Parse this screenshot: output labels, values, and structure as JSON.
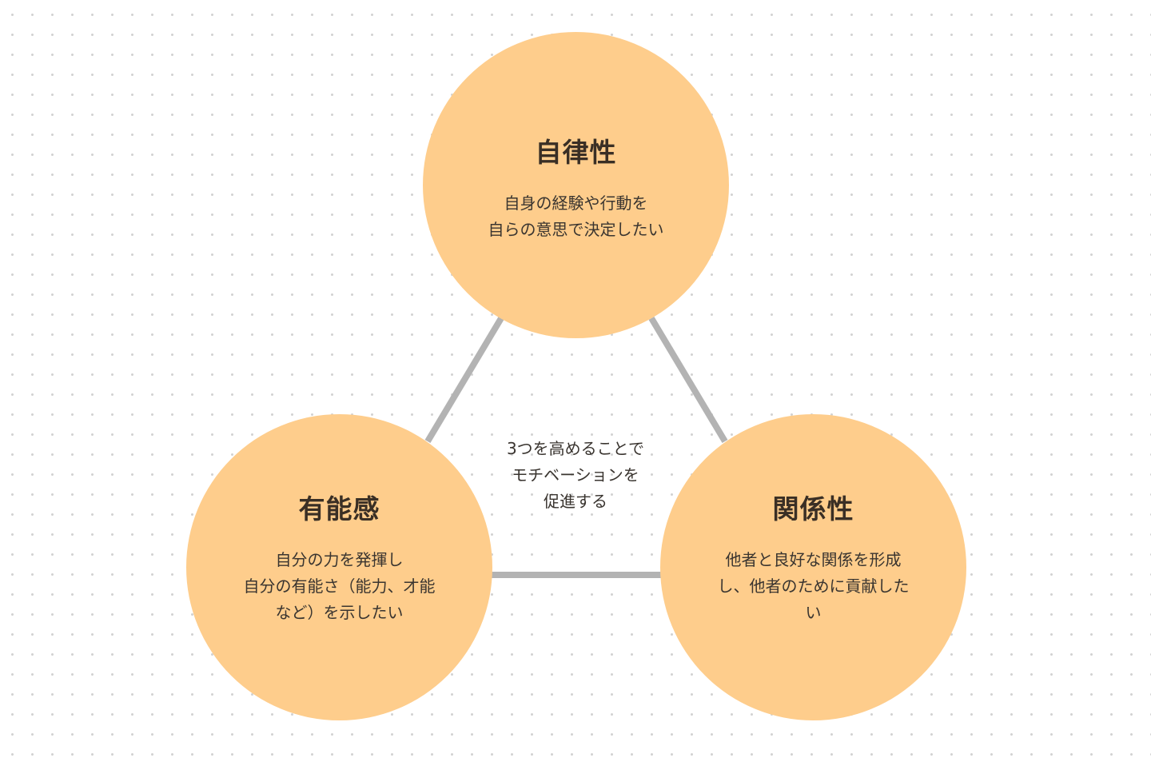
{
  "colors": {
    "circle_fill": "#fecd8c",
    "connector": "#b3b3b3",
    "background": "#ffffff",
    "dot_grid": "#d2d2d2"
  },
  "nodes": {
    "autonomy": {
      "title": "自律性",
      "desc": [
        "自身の経験や行動を",
        "自らの意思で決定したい"
      ]
    },
    "competence": {
      "title": "有能感",
      "desc": [
        "自分の力を発揮し",
        "自分の有能さ（能力、才能",
        "など）を示したい"
      ]
    },
    "relatedness": {
      "title": "関係性",
      "desc": [
        "他者と良好な関係を形成",
        "し、他者のために貢献した",
        "い"
      ]
    }
  },
  "center_note": [
    "3つを高めることで",
    "モチベーションを",
    "促進する"
  ]
}
